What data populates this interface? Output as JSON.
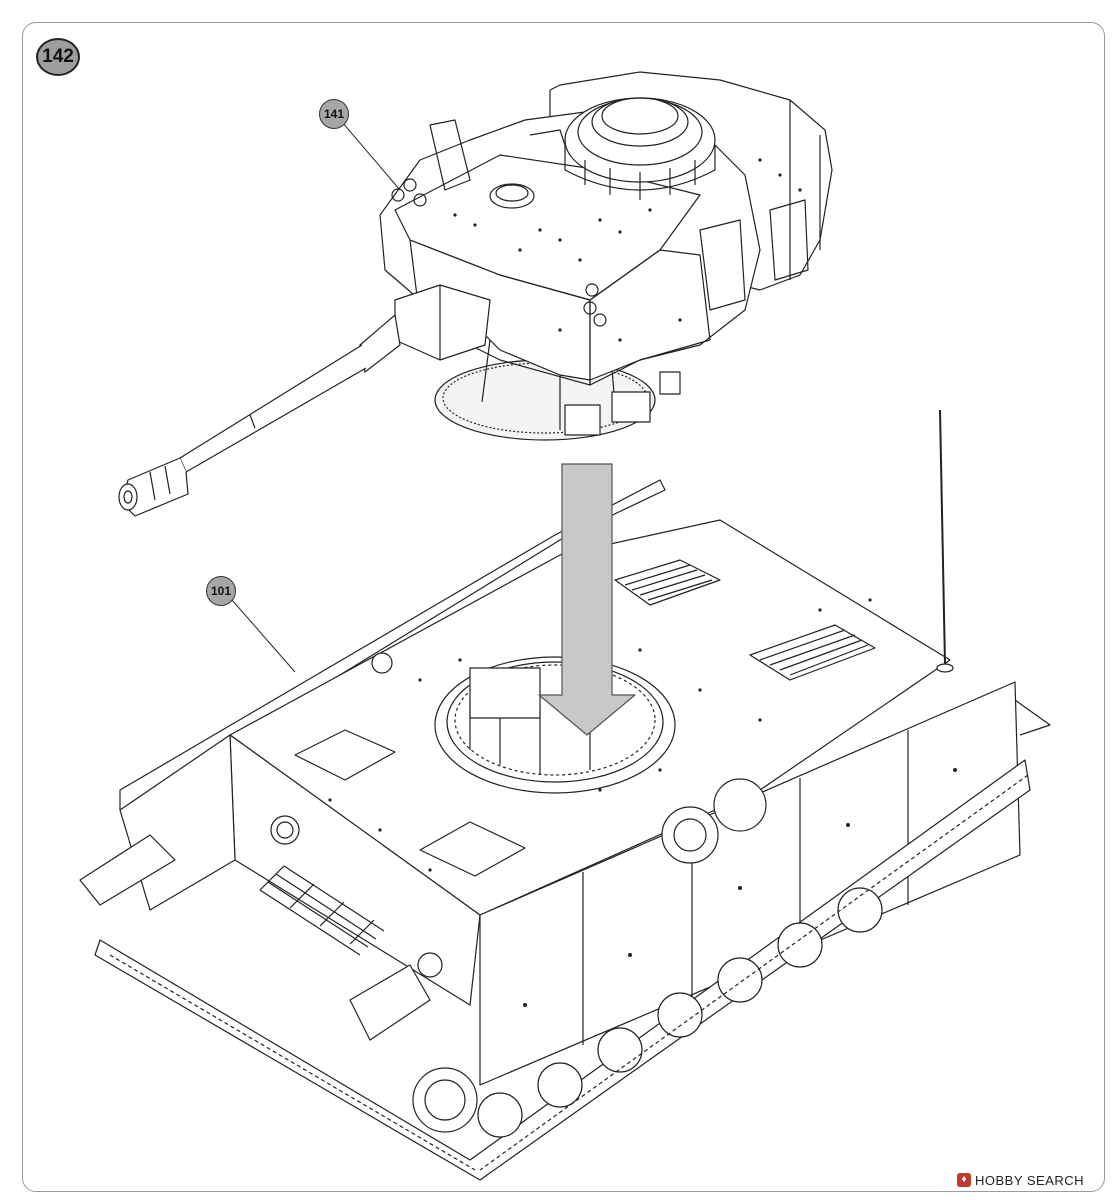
{
  "step": {
    "number": "142"
  },
  "callouts": {
    "turret": "141",
    "hull": "101"
  },
  "watermark": {
    "icon": "hobby-search-logo-icon",
    "text": "HOBBY SEARCH"
  },
  "colors": {
    "badge_fill": "#9e9e9e",
    "arrow_fill": "#c8c8c8",
    "line": "#222222"
  }
}
